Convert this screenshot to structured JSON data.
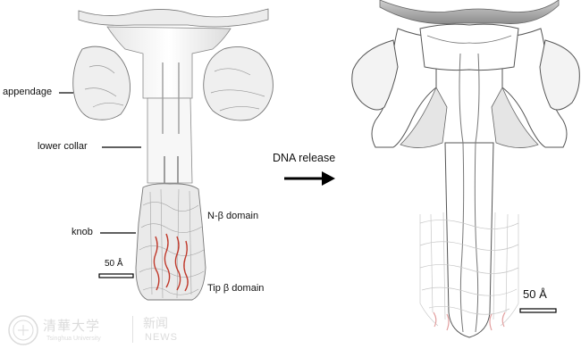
{
  "labels": {
    "appendage": "appendage",
    "lower_collar": "lower collar",
    "knob": "knob",
    "n_beta": "N-β domain",
    "tip_beta": "Tip β domain",
    "scale_left": "50 Å",
    "scale_right": "50 Å",
    "arrow": "DNA release"
  },
  "watermark": {
    "university_cn": "清華大学",
    "university_en": "Tsinghua University",
    "news_cn": "新闻",
    "news_en": "NEWS"
  },
  "colors": {
    "density": "#f4f4f4",
    "outline": "#8a8a8a",
    "mesh": "#c8c8c8",
    "red_helix": "#c0392b",
    "arrow": "#000000"
  }
}
